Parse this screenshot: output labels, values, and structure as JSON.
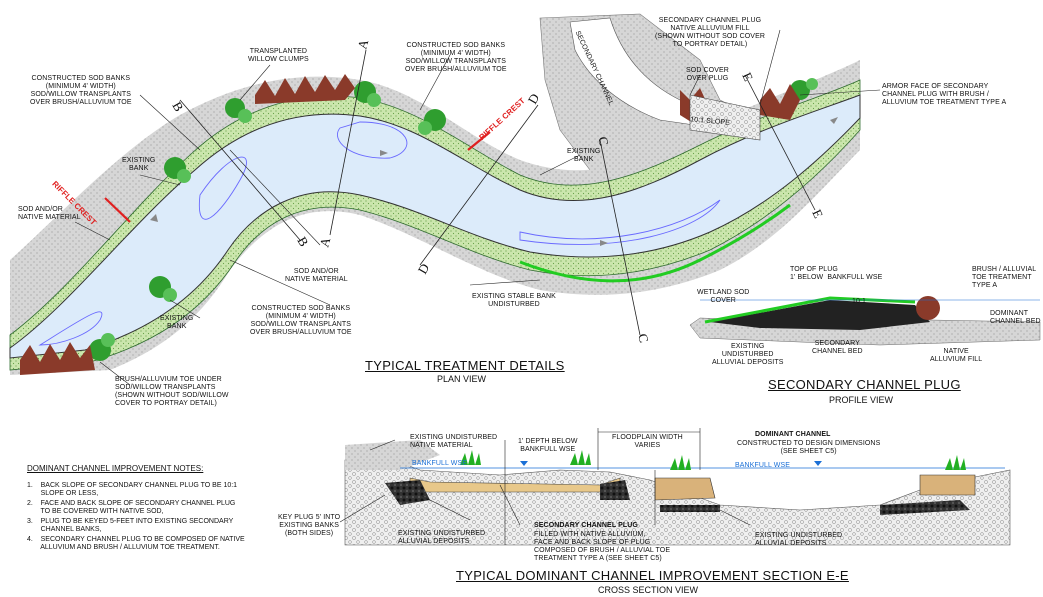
{
  "plan": {
    "title": "TYPICAL TREATMENT DETAILS",
    "subtitle": "PLAN VIEW",
    "labels": {
      "transplanted": "TRANSPLANTED\nWILLOW CLUMPS",
      "sod_banks_1": "CONSTRUCTED SOD BANKS\n(MINIMUM 4' WIDTH)\nSOD/WILLOW TRANSPLANTS\nOVER BRUSH/ALLUVIUM TOE",
      "sod_banks_2": "CONSTRUCTED SOD BANKS\n(MINIMUM 4' WIDTH)\nSOD/WILLOW TRANSPLANTS\nOVER BRUSH/ALLUVIUM TOE",
      "sod_banks_3": "CONSTRUCTED SOD BANKS\n(MINIMUM 4' WIDTH)\nSOD/WILLOW TRANSPLANTS\nOVER BRUSH/ALLUVIUM TOE",
      "existing_bank_1": "EXISTING\nBANK",
      "existing_bank_2": "EXISTING\nBANK",
      "existing_bank_3": "EXISTING\nBANK",
      "sod_native_1": "SOD AND/OR\nNATIVE MATERIAL",
      "sod_native_2": "SOD AND/OR\nNATIVE MATERIAL",
      "riffle_1": "RIFFLE CREST",
      "riffle_2": "RIFFLE CREST",
      "brush_toe": "BRUSH/ALLUVIUM TOE UNDER\nSOD/WILLOW TRANSPLANTS\n(SHOWN WITHOUT SOD/WILLOW\nCOVER TO PORTRAY DETAIL)",
      "stable_bank": "EXISTING STABLE BANK\nUNDISTURBED",
      "secondary_plug": "SECONDARY CHANNEL PLUG\nNATIVE ALLUVIUM FILL\n(SHOWN WITHOUT SOD COVER\nTO PORTRAY DETAIL)",
      "sod_cover": "SOD COVER\nOVER PLUG",
      "armor_face": "ARMOR FACE OF SECONDARY\nCHANNEL PLUG WITH BRUSH /\nALLUVIUM TOE TREATMENT TYPE A",
      "secondary_channel": "SECONDARY CHANNEL",
      "slope": "10:1 SLOPE"
    },
    "section_marks": [
      "A",
      "B",
      "C",
      "D",
      "E"
    ]
  },
  "profile": {
    "title": "SECONDARY CHANNEL PLUG",
    "subtitle": "PROFILE VIEW",
    "labels": {
      "top_plug": "TOP OF PLUG\n1' BELOW  BANKFULL WSE",
      "wetland_sod": "WETLAND SOD\nCOVER",
      "brush_toe": "BRUSH / ALLUVIAL\nTOE TREATMENT\nTYPE A",
      "dominant_bed": "DOMINANT\nCHANNEL BED",
      "slope": "10:1",
      "existing_deposits": "EXISTING\nUNDISTURBED\nALLUVIAL DEPOSITS",
      "secondary_bed": "SECONDARY\nCHANNEL BED",
      "native_fill": "NATIVE\nALLUVIUM FILL"
    }
  },
  "section": {
    "title": "TYPICAL DOMINANT CHANNEL IMPROVEMENT SECTION E-E",
    "subtitle": "CROSS SECTION VIEW",
    "labels": {
      "native_material": "EXISTING UNDISTURBED\nNATIVE MATERIAL",
      "depth_below": "1' DEPTH BELOW\nBANKFULL WSE",
      "floodplain": "FLOODPLAIN WIDTH\nVARIES",
      "dominant_title": "DOMINANT CHANNEL",
      "dominant_sub": "CONSTRUCTED TO DESIGN DIMENSIONS\n(SEE SHEET C5)",
      "bankfull_left": "BANKFULL WSE",
      "bankfull_right": "BANKFULL WSE",
      "key_plug": "KEY PLUG 5' INTO\nEXISTING BANKS\n(BOTH SIDES)",
      "deposits_left": "EXISTING UNDISTURBED\nALLUVIAL DEPOSITS",
      "plug_title": "SECONDARY CHANNEL PLUG",
      "plug_text": "FILLED WITH NATIVE ALLUVIUM,\nFACE AND BACK SLOPE OF PLUG\nCOMPOSED OF BRUSH / ALLUVIAL TOE\nTREATMENT TYPE A (SEE SHEET C5)",
      "deposits_right": "EXISTING UNDISTURBED\nALLUVIAL DEPOSITS"
    }
  },
  "notes": {
    "title": "DOMINANT CHANNEL IMPROVEMENT NOTES:",
    "items": [
      "1.    BACK SLOPE OF SECONDARY CHANNEL PLUG TO BE 10:1\n       SLOPE OR LESS,",
      "2.    FACE AND BACK SLOPE OF SECONDARY CHANNEL PLUG\n       TO BE COVERED WITH NATIVE SOD,",
      "3.    PLUG TO BE KEYED 5-FEET INTO EXISTING SECONDARY\n       CHANNEL BANKS,",
      "4.    SECONDARY CHANNEL PLUG TO BE COMPOSED OF NATIVE\n       ALLUVIUM AND BRUSH / ALLUVIUM TOE TREATMENT."
    ]
  },
  "colors": {
    "water": "#dcebfa",
    "bank_green": "#cfe8b0",
    "sod_green": "#a8d88a",
    "native_grey": "#d9d9d9",
    "brush": "#8a3a2a",
    "stable_bank": "#22cc22",
    "riffle": "#e02020",
    "wse": "#1a6fd6"
  }
}
